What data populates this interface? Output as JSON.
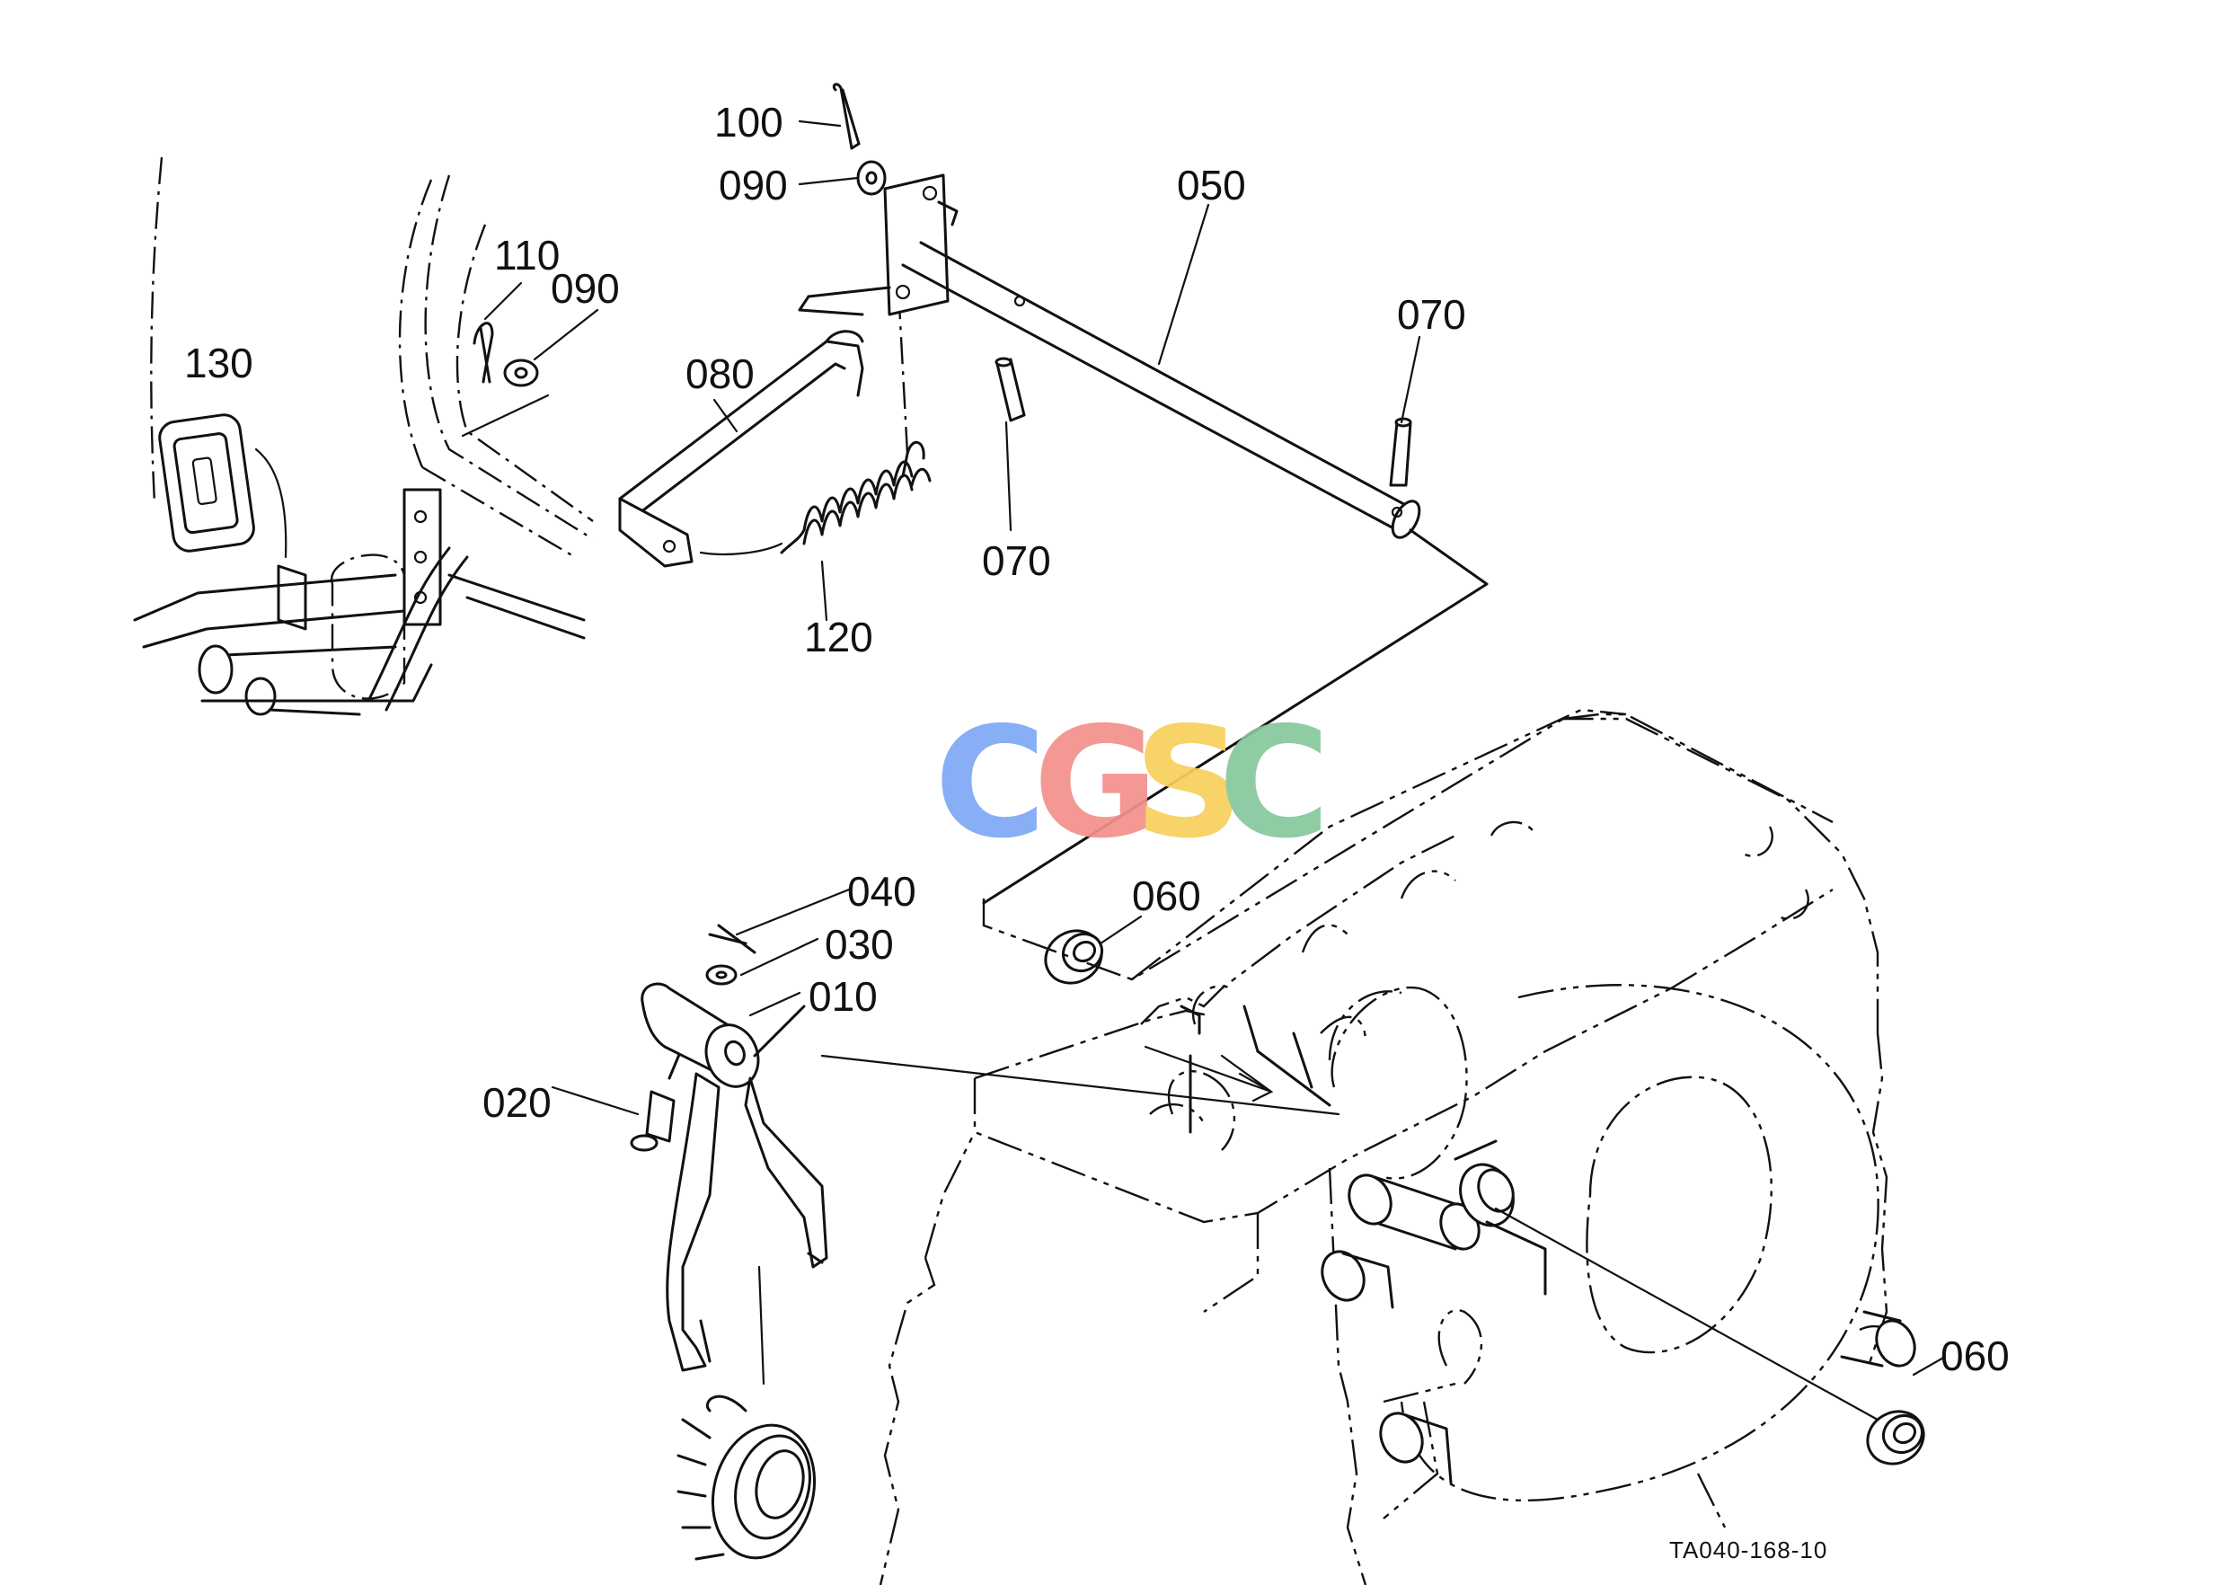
{
  "drawing_code": "TA040-168-10",
  "watermark": {
    "letters": [
      "C",
      "G",
      "S",
      "C"
    ],
    "colors": [
      "#7ea8f5",
      "#f4908a",
      "#f7d05c",
      "#86c79c"
    ]
  },
  "callouts": [
    {
      "id": "c100",
      "text": "100"
    },
    {
      "id": "c090a",
      "text": "090"
    },
    {
      "id": "c050",
      "text": "050"
    },
    {
      "id": "c110",
      "text": "110"
    },
    {
      "id": "c090b",
      "text": "090"
    },
    {
      "id": "c130",
      "text": "130"
    },
    {
      "id": "c080",
      "text": "080"
    },
    {
      "id": "c070a",
      "text": "070"
    },
    {
      "id": "c070b",
      "text": "070"
    },
    {
      "id": "c120",
      "text": "120"
    },
    {
      "id": "c040",
      "text": "040"
    },
    {
      "id": "c060a",
      "text": "060"
    },
    {
      "id": "c030",
      "text": "030"
    },
    {
      "id": "c010",
      "text": "010"
    },
    {
      "id": "c020",
      "text": "020"
    },
    {
      "id": "c060b",
      "text": "060"
    }
  ]
}
